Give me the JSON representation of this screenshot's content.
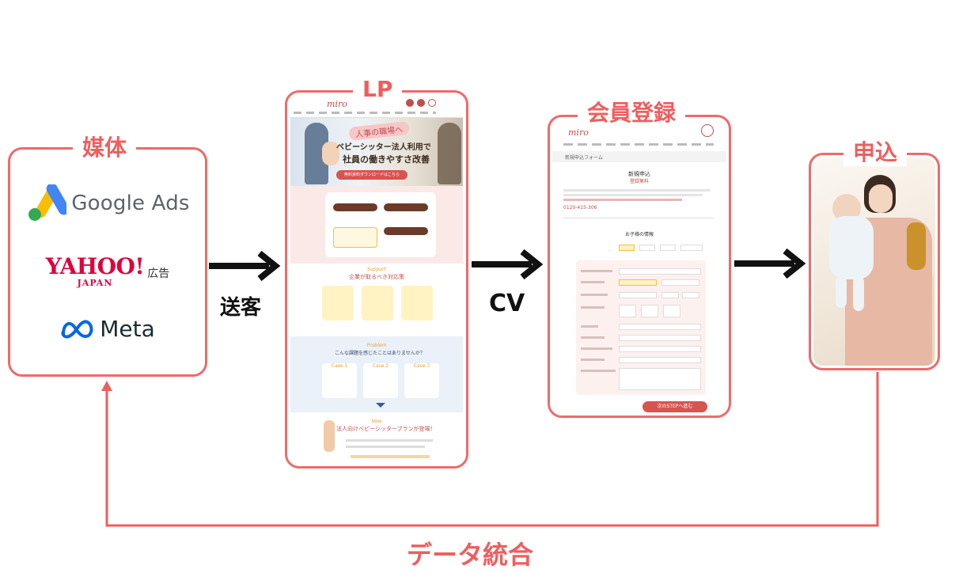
{
  "stages": {
    "media": {
      "title": "媒体"
    },
    "lp": {
      "title": "LP"
    },
    "registration": {
      "title": "会員登録"
    },
    "application": {
      "title": "申込"
    }
  },
  "media_logos": {
    "google": {
      "text": "Google Ads",
      "icon": "google-ads-icon"
    },
    "yahoo": {
      "text": "YAHOO!",
      "sub": "JAPAN",
      "suffix": "広告",
      "icon": "yahoo-japan-logo"
    },
    "meta": {
      "text": "Meta",
      "icon": "meta-infinity-icon"
    }
  },
  "flows": {
    "send": "送客",
    "cv": "CV",
    "integration": "データ統合"
  },
  "lp_screenshot": {
    "logo": "miro",
    "hero_badge": "人事の職場へ",
    "hero_line1": "ベビーシッター法人利用で",
    "hero_line2": "社員の働きやすさ改善",
    "cta": "無料資料ダウンロードはこちら",
    "section_support_en": "Support",
    "section_support": "企業が取るべき対応策",
    "section_problem_en": "Problem",
    "section_problem": "こんな課題を感じたことはありませんか？",
    "cases": [
      "Case.1",
      "Case.2",
      "Case.3"
    ],
    "section_new_en": "New",
    "section_new": "法人向けベビーシッタープランが登場！"
  },
  "registration_screenshot": {
    "logo": "miro",
    "breadcrumb": "新規申込フォーム",
    "heading": "新規申込",
    "sub_heading": "登録無料",
    "phone": "0120-415-306",
    "section": "お子様の情報",
    "submit": "次のSTEPへ進む"
  },
  "colors": {
    "accent": "#ef5e5e",
    "card_border": "#ef6a6a",
    "arrow": "#111111"
  }
}
